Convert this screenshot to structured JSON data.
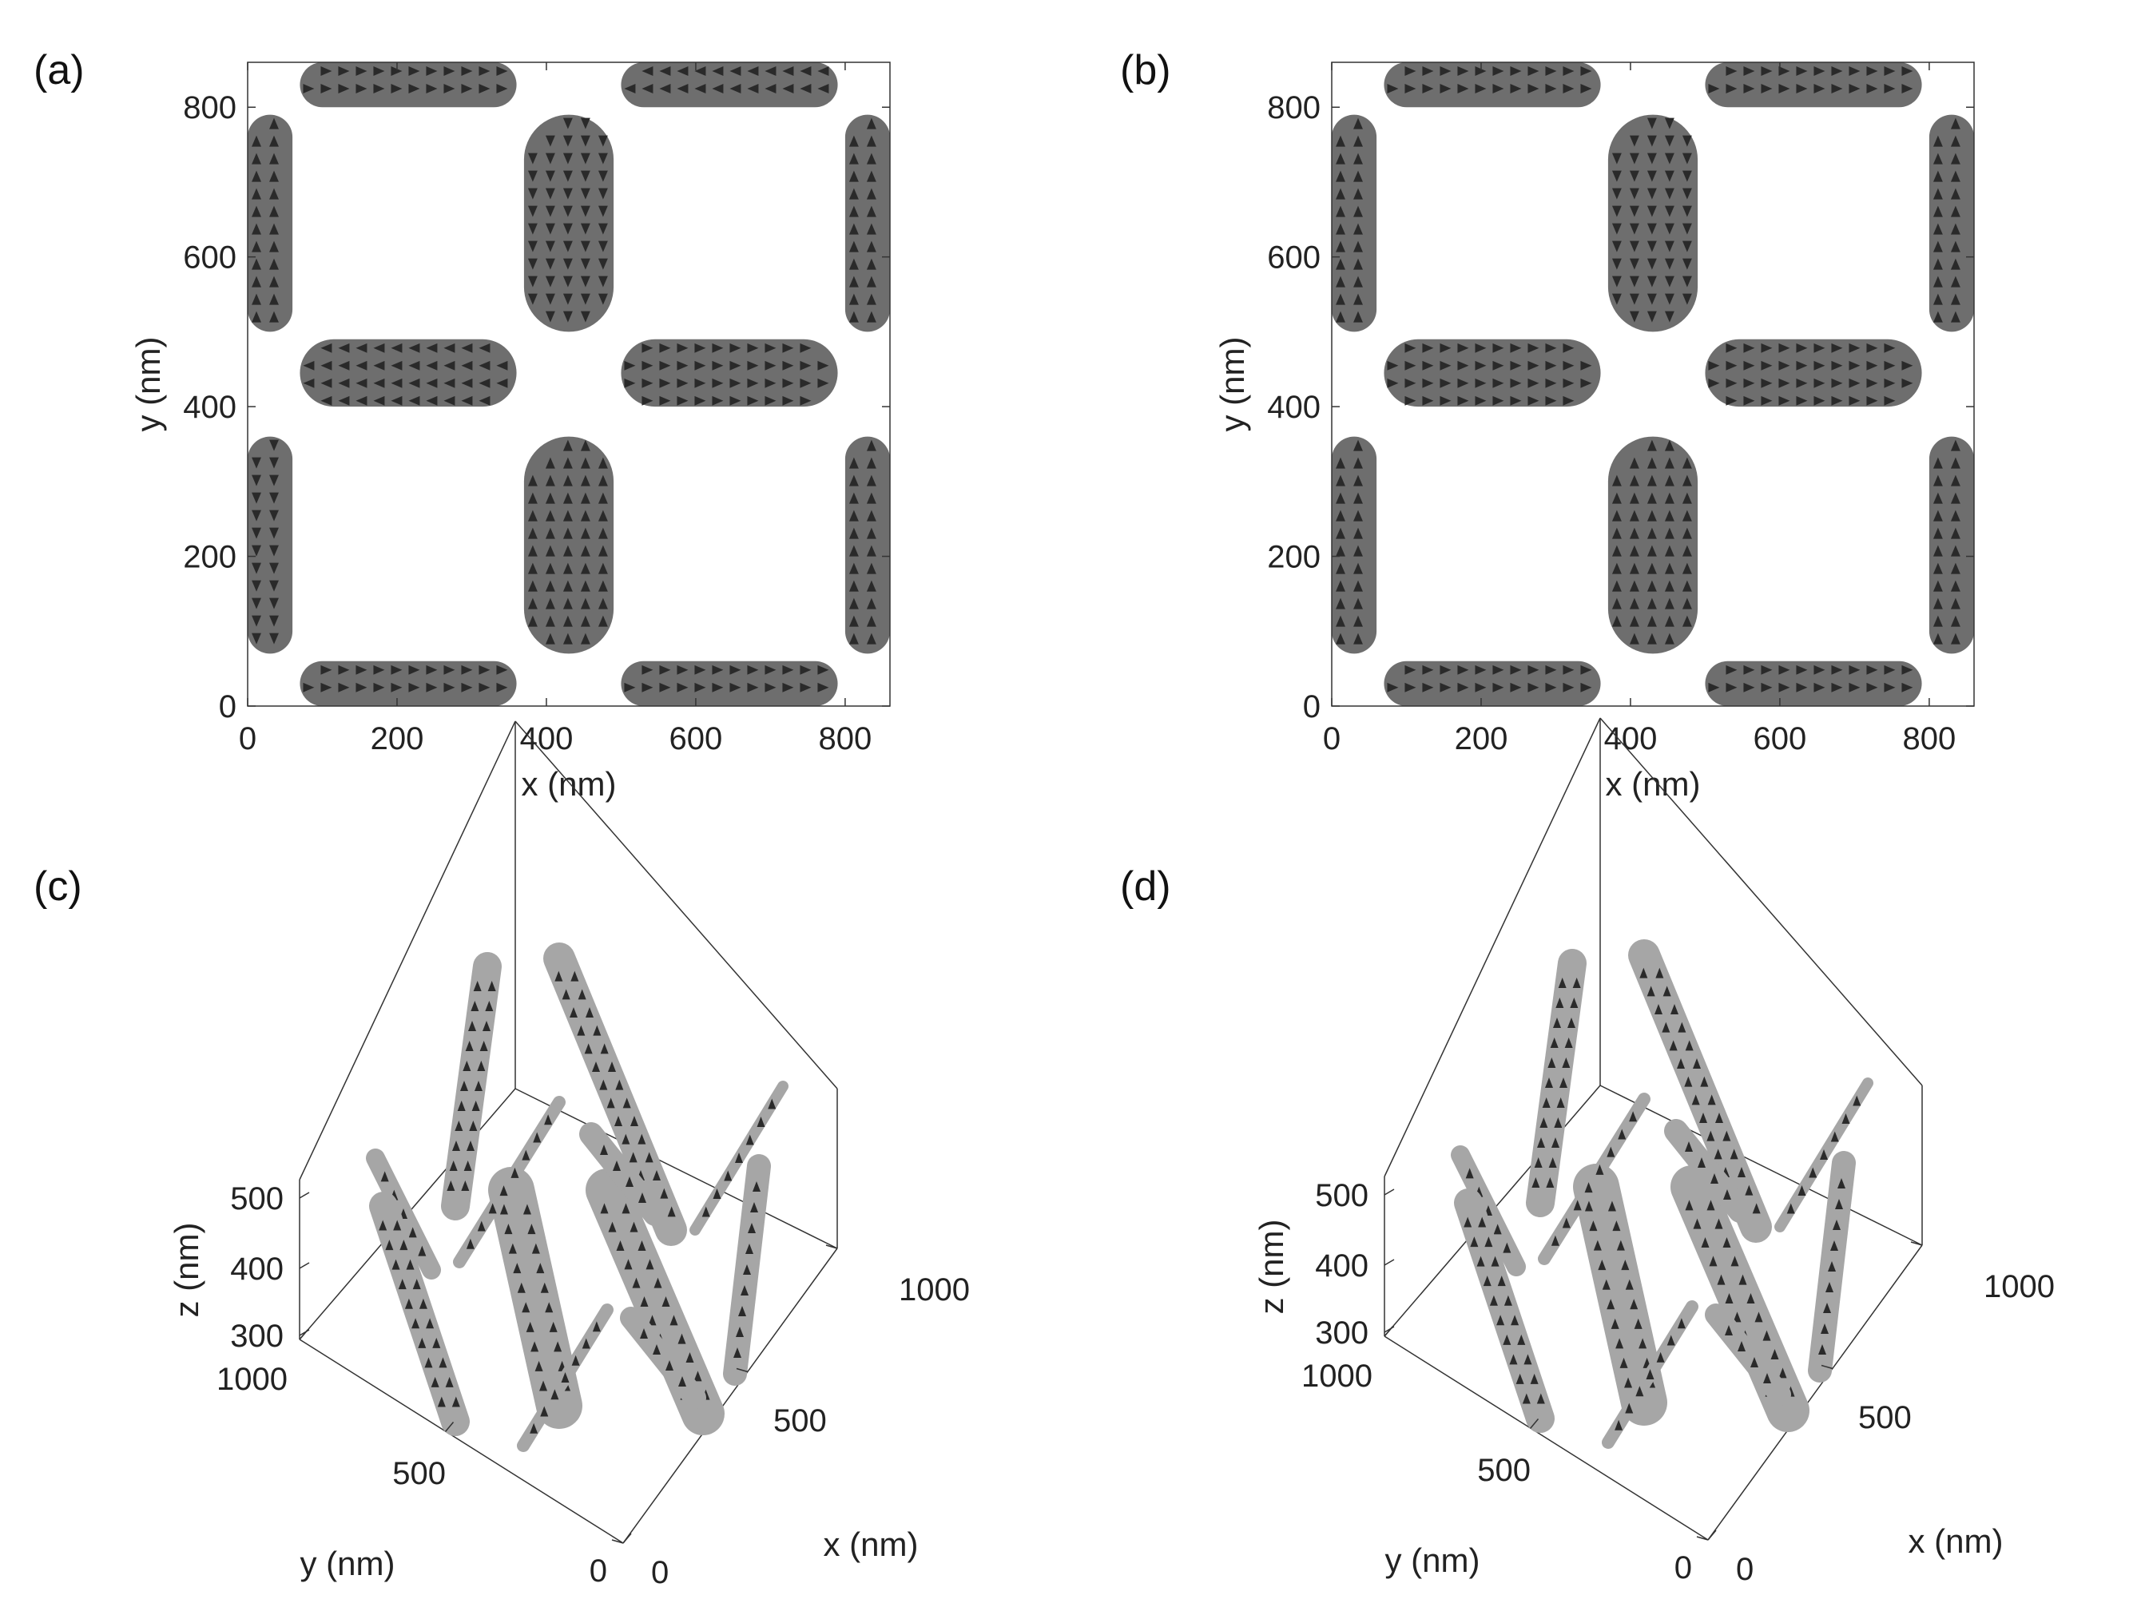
{
  "panels": [
    {
      "letter": "(a)",
      "kind": "top"
    },
    {
      "letter": "(b)",
      "kind": "top"
    },
    {
      "letter": "(c)",
      "kind": "3d"
    },
    {
      "letter": "(d)",
      "kind": "3d"
    }
  ],
  "top_axes": {
    "xlabel": "x (nm)",
    "ylabel": "y (nm)",
    "xticks": [
      "0",
      "200",
      "400",
      "600",
      "800"
    ],
    "yticks": [
      "0",
      "200",
      "400",
      "600",
      "800"
    ],
    "range": [
      0,
      860
    ]
  },
  "iso_axes": {
    "zlabel": "z (nm)",
    "ylabel": "y (nm)",
    "xlabel": "x (nm)",
    "zticks": [
      "500",
      "400",
      "300"
    ],
    "yticks": [
      "1000",
      "500",
      "0"
    ],
    "xticks": [
      "0",
      "500",
      "1000"
    ]
  },
  "colors": {
    "island_fill": "#6e6e6e",
    "island_fill_3d": "#a6a6a6",
    "arrow": "#2a2a2a",
    "axis": "#333333"
  },
  "islands_nm": [
    {
      "orient": "h",
      "x0": 70,
      "x1": 360,
      "y0": 0,
      "y1": 60,
      "dir_a": "right",
      "dir_b": "right"
    },
    {
      "orient": "h",
      "x0": 500,
      "x1": 790,
      "y0": 0,
      "y1": 60,
      "dir_a": "right",
      "dir_b": "right"
    },
    {
      "orient": "h",
      "x0": 70,
      "x1": 360,
      "y0": 800,
      "y1": 860,
      "dir_a": "right",
      "dir_b": "right"
    },
    {
      "orient": "h",
      "x0": 500,
      "x1": 790,
      "y0": 800,
      "y1": 860,
      "dir_a": "left",
      "dir_b": "right"
    },
    {
      "orient": "h",
      "x0": 70,
      "x1": 360,
      "y0": 400,
      "y1": 490,
      "dir_a": "left",
      "dir_b": "right"
    },
    {
      "orient": "h",
      "x0": 500,
      "x1": 790,
      "y0": 400,
      "y1": 490,
      "dir_a": "right",
      "dir_b": "right"
    },
    {
      "orient": "v",
      "x0": 370,
      "x1": 490,
      "y0": 500,
      "y1": 790,
      "dir_a": "down",
      "dir_b": "down"
    },
    {
      "orient": "v",
      "x0": 370,
      "x1": 490,
      "y0": 70,
      "y1": 360,
      "dir_a": "up",
      "dir_b": "up"
    },
    {
      "orient": "v",
      "x0": 0,
      "x1": 60,
      "y0": 500,
      "y1": 790,
      "dir_a": "up",
      "dir_b": "up"
    },
    {
      "orient": "v",
      "x0": 0,
      "x1": 60,
      "y0": 70,
      "y1": 360,
      "dir_a": "down",
      "dir_b": "up"
    },
    {
      "orient": "v",
      "x0": 800,
      "x1": 860,
      "y0": 500,
      "y1": 790,
      "dir_a": "up",
      "dir_b": "up"
    },
    {
      "orient": "v",
      "x0": 800,
      "x1": 860,
      "y0": 70,
      "y1": 360,
      "dir_a": "up",
      "dir_b": "up"
    }
  ]
}
